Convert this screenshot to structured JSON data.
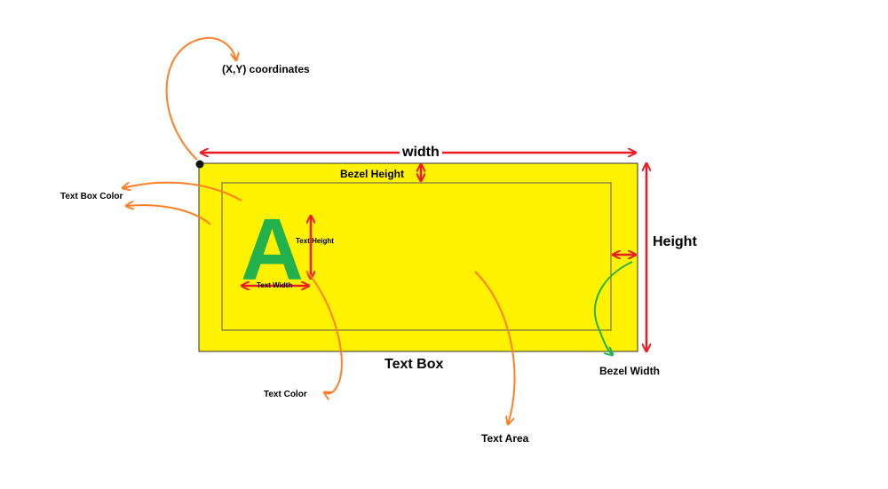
{
  "colors": {
    "box_fill": "#fff200",
    "text_color": "#22b14c",
    "measure_arrow": "#ed1c24",
    "pointer_arrow": "#ff7f27",
    "bezel_pointer": "#22b14c"
  },
  "labels": {
    "coordinates": "(X,Y) coordinates",
    "width": "width",
    "height": "Height",
    "bezel_height": "Bezel Height",
    "bezel_width": "Bezel Width",
    "text_box_color": "Text Box Color",
    "text_height": "Text Height",
    "text_width": "Text Width",
    "text_color": "Text Color",
    "text_box": "Text Box",
    "text_area": "Text Area"
  },
  "sample_letter": "A"
}
